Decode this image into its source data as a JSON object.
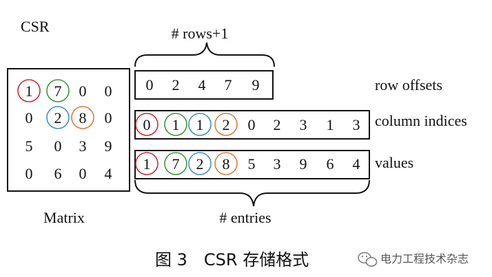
{
  "title": "CSR",
  "matrix": {
    "label": "Matrix",
    "rows": [
      [
        "1",
        "7",
        "0",
        "0"
      ],
      [
        "0",
        "2",
        "8",
        "0"
      ],
      [
        "5",
        "0",
        "3",
        "9"
      ],
      [
        "0",
        "6",
        "0",
        "4"
      ]
    ],
    "circled": [
      [
        0,
        0,
        "red"
      ],
      [
        0,
        1,
        "green"
      ],
      [
        1,
        1,
        "blue"
      ],
      [
        1,
        2,
        "orange"
      ]
    ]
  },
  "brace_top_label": "# rows+1",
  "brace_bottom_label": "# entries",
  "arrays": [
    {
      "label": "row offsets",
      "values": [
        "0",
        "2",
        "4",
        "7",
        "9"
      ],
      "circles": [
        "",
        "",
        "",
        "",
        ""
      ]
    },
    {
      "label": "column indices",
      "values": [
        "0",
        "1",
        "1",
        "2",
        "0",
        "2",
        "3",
        "1",
        "3"
      ],
      "circles": [
        "red",
        "green",
        "blue",
        "orange",
        "",
        "",
        "",
        "",
        ""
      ]
    },
    {
      "label": "values",
      "values": [
        "1",
        "7",
        "2",
        "8",
        "5",
        "3",
        "9",
        "6",
        "4"
      ],
      "circles": [
        "red",
        "green",
        "blue",
        "orange",
        "",
        "",
        "",
        "",
        ""
      ]
    }
  ],
  "caption": "图 3　CSR 存储格式",
  "watermark": "电力工程技术杂志",
  "colors": {
    "red": "#d9252b",
    "green": "#3a9a35",
    "blue": "#3f8fc8",
    "orange": "#e0793a"
  }
}
